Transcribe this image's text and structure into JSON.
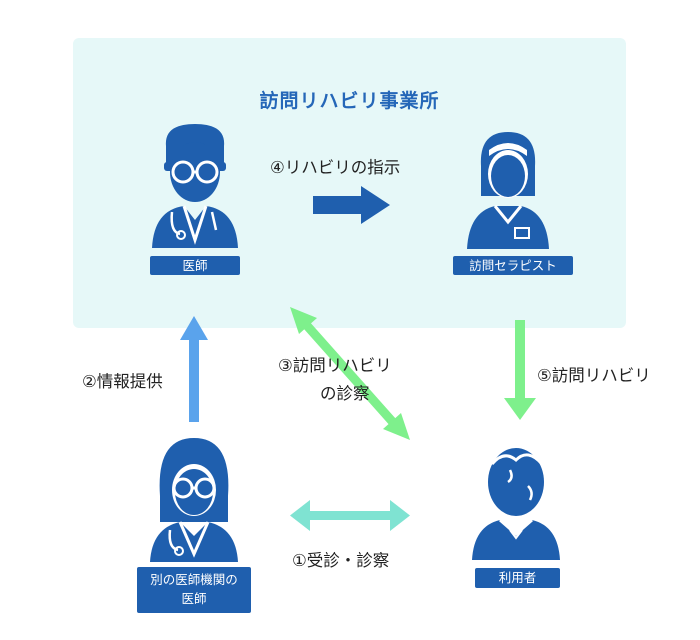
{
  "title": "訪問リハビリ事業所",
  "actors": {
    "doctor": "医師",
    "therapist": "訪問セラピスト",
    "other_doctor_line1": "別の医師機関の",
    "other_doctor_line2": "医師",
    "user": "利用者"
  },
  "steps": {
    "step1": "①受診・診察",
    "step2": "②情報提供",
    "step3_line1": "③訪問リハビリ",
    "step3_line2": "の診察",
    "step4": "④リハビリの指示",
    "step5": "⑤訪問リハビリ"
  },
  "colors": {
    "panel": "#e6f8f8",
    "accent": "#1f5fae",
    "green": "#7ef08c",
    "teal": "#7fe3d2",
    "blue_arrow": "#5aa3ec"
  },
  "icons": [
    "doctor-icon",
    "therapist-icon",
    "female-doctor-icon",
    "elderly-user-icon"
  ]
}
